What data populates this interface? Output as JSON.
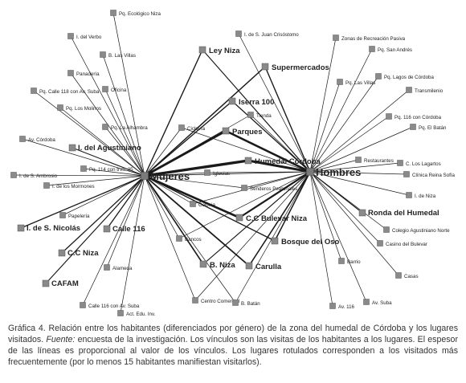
{
  "hubs": {
    "mujeres": "Mujeres",
    "hombres": "Hombres"
  },
  "nodes": [
    {
      "id": "pq-ecologico-niza",
      "label": "Pq. Ecológico Niza",
      "bold": false
    },
    {
      "id": "i-del-verbo",
      "label": "I. del Verbo",
      "bold": false
    },
    {
      "id": "b-las-villas",
      "label": "B. Las Villas",
      "bold": false
    },
    {
      "id": "panaderia",
      "label": "Panadería",
      "bold": false
    },
    {
      "id": "pq-calle-118",
      "label": "Pq. Calle 118 con Av. Suba",
      "bold": false
    },
    {
      "id": "oficina",
      "label": "Oficina",
      "bold": false
    },
    {
      "id": "pq-los-molinos",
      "label": "Pq. Los Molinos",
      "bold": false
    },
    {
      "id": "pq-la-alhambra",
      "label": "Pq. La Alhambra",
      "bold": false
    },
    {
      "id": "av-cordoba",
      "label": "Av. Córdoba",
      "bold": false
    },
    {
      "id": "i-del-agustiniano",
      "label": "I. del Agustiniano",
      "bold": true
    },
    {
      "id": "pq-114",
      "label": "Pq. 114 con trvs. 35",
      "bold": false
    },
    {
      "id": "i-de-s-ambrosio",
      "label": "I. de S. Ambrosio",
      "bold": false
    },
    {
      "id": "i-de-los-mormones",
      "label": "I. de los Mormones",
      "bold": false
    },
    {
      "id": "papeleria",
      "label": "Papelería",
      "bold": false
    },
    {
      "id": "i-de-s-nicolas",
      "label": "I. de S. Nicolás",
      "bold": true
    },
    {
      "id": "calle-116",
      "label": "Calle 116",
      "bold": true
    },
    {
      "id": "cc-niza",
      "label": "C.C Niza",
      "bold": true
    },
    {
      "id": "alameda",
      "label": "Alameda",
      "bold": false
    },
    {
      "id": "cafam",
      "label": "CAFAM",
      "bold": true
    },
    {
      "id": "calle-116-suba",
      "label": "Calle 116 con Av. Suba",
      "bold": false
    },
    {
      "id": "act-edu-inv",
      "label": "Act. Edu. Inv.",
      "bold": false
    },
    {
      "id": "ley-niza",
      "label": "Ley Niza",
      "bold": true
    },
    {
      "id": "i-de-s-juan",
      "label": "I. de S. Juan Crisóstomo",
      "bold": false
    },
    {
      "id": "supermercados",
      "label": "Supermercados",
      "bold": true
    },
    {
      "id": "iserra-100",
      "label": "Iserra 100",
      "bold": true
    },
    {
      "id": "tienda",
      "label": "Tienda",
      "bold": false
    },
    {
      "id": "ciclovia",
      "label": "Ciclovía",
      "bold": false
    },
    {
      "id": "parques",
      "label": "Parques",
      "bold": true
    },
    {
      "id": "humedal-cordoba",
      "label": "Humedal Córdoba",
      "bold": true
    },
    {
      "id": "iglesias",
      "label": "Iglesias",
      "bold": false
    },
    {
      "id": "senderos-peatonales",
      "label": "Senderos Peatonales",
      "bold": false
    },
    {
      "id": "colonia",
      "label": "Colonia",
      "bold": false
    },
    {
      "id": "cc-bulevar-niza",
      "label": "C.C Bulevar Niza",
      "bold": true
    },
    {
      "id": "bosque-del-oso",
      "label": "Bosque del Oso",
      "bold": true
    },
    {
      "id": "bancos",
      "label": "Bancos",
      "bold": false
    },
    {
      "id": "b-niza",
      "label": "B. Niza",
      "bold": true
    },
    {
      "id": "carulla",
      "label": "Carulla",
      "bold": true
    },
    {
      "id": "centro-comercial",
      "label": "Centro Comercial",
      "bold": false
    },
    {
      "id": "b-batan",
      "label": "B. Batán",
      "bold": false
    },
    {
      "id": "zonas-recreacion",
      "label": "Zonas de Recreación Pasiva",
      "bold": false
    },
    {
      "id": "pq-san-andres",
      "label": "Pq. San Andrés",
      "bold": false
    },
    {
      "id": "pq-las-villas",
      "label": "Pq. Las Villas",
      "bold": false
    },
    {
      "id": "pq-lagos-cordoba",
      "label": "Pq. Lagos de Córdoba",
      "bold": false
    },
    {
      "id": "transmilenio",
      "label": "Transmilenio",
      "bold": false
    },
    {
      "id": "pq-116-cordoba",
      "label": "Pq. 116 con Córdoba",
      "bold": false
    },
    {
      "id": "pq-el-batan",
      "label": "Pq. El Batán",
      "bold": false
    },
    {
      "id": "restaurantes",
      "label": "Restaurantes",
      "bold": false
    },
    {
      "id": "c-los-lagartos",
      "label": "C. Los Lagartos",
      "bold": false
    },
    {
      "id": "clinica-reina-sofia",
      "label": "Clínica Reina Sofía",
      "bold": false
    },
    {
      "id": "i-de-niza",
      "label": "I. de Niza",
      "bold": false
    },
    {
      "id": "ronda-del-humedal",
      "label": "Ronda del Humedal",
      "bold": true
    },
    {
      "id": "colegio-agustiniano-norte",
      "label": "Colegio Agustiniano Norte",
      "bold": false
    },
    {
      "id": "casino-del-bulevar",
      "label": "Casino del Bulevar",
      "bold": false
    },
    {
      "id": "barrio",
      "label": "Barrio",
      "bold": false
    },
    {
      "id": "casas",
      "label": "Casas",
      "bold": false
    },
    {
      "id": "av-suba",
      "label": "Av. Suba",
      "bold": false
    },
    {
      "id": "av-116",
      "label": "Av. 116",
      "bold": false
    }
  ],
  "caption": {
    "figure_number": "Gráfica 4.",
    "text_1": "Relación entre los habitantes (diferenciados por género) de la zona del humedal de Córdoba y los lugares visitados.",
    "source_label": "Fuente:",
    "text_2": "encuesta de la investigación. Los vínculos son las visitas de los habitantes a los lugares. El espesor de las líneas es proporcional al valor de los vínculos. Los lugares rotulados corresponden a los visitados más frecuentemente (por lo menos 15 habitantes manifiestan visitarlos)."
  }
}
